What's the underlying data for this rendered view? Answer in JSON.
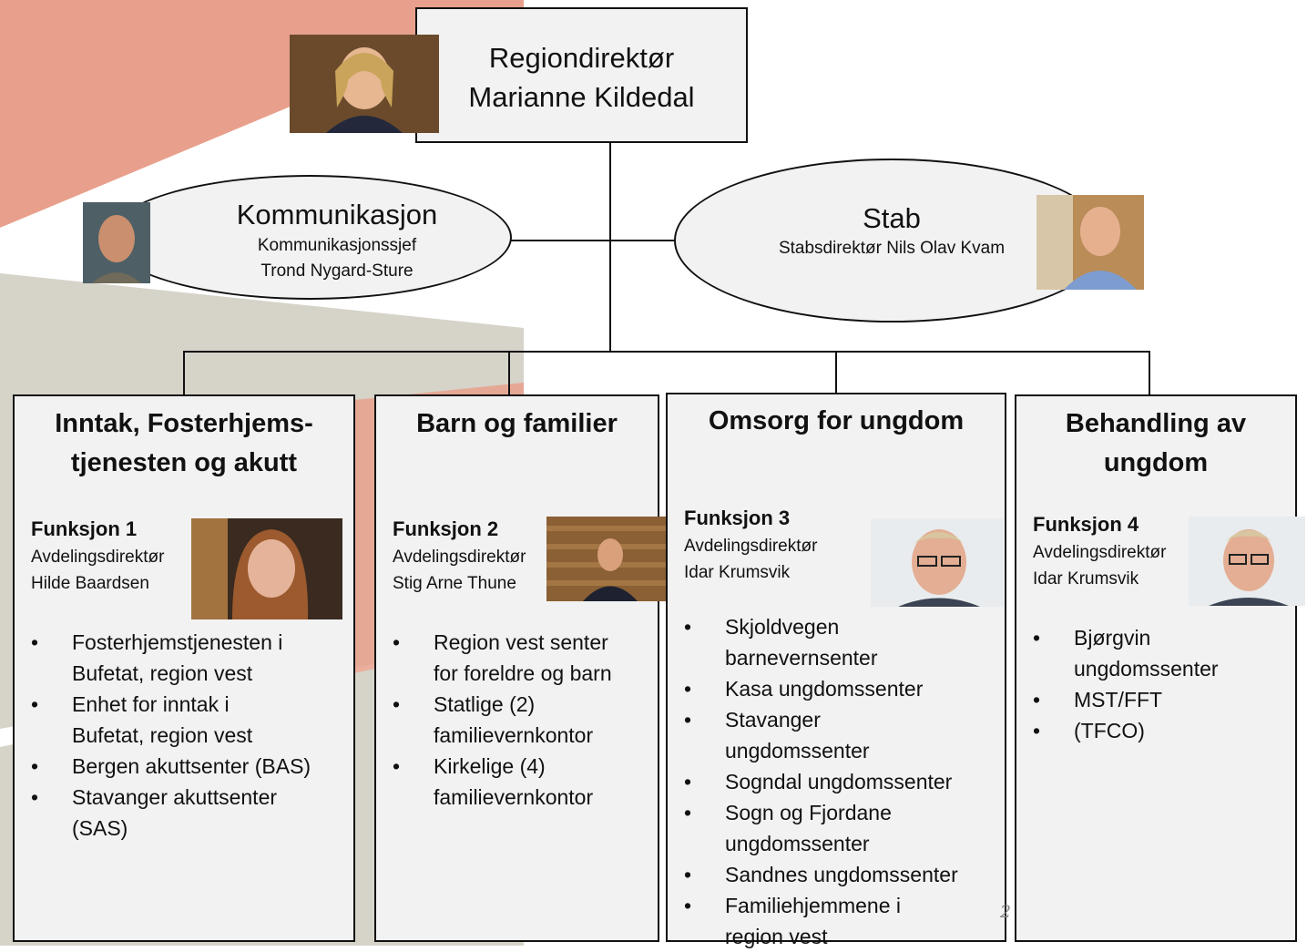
{
  "colors": {
    "salmon": "#e8a08c",
    "beige": "#d6d3c9",
    "box_fill": "#f2f2f2",
    "line": "#111111"
  },
  "top": {
    "title": "Regiondirektør",
    "name": "Marianne Kildedal",
    "photo_icon": "person-photo"
  },
  "kommunikasjon": {
    "title": "Kommunikasjon",
    "role": "Kommunikasjonssjef",
    "name": "Trond Nygard-Sture"
  },
  "stab": {
    "title": "Stab",
    "subtitle": "Stabsdirektør Nils Olav Kvam"
  },
  "columns": [
    {
      "title_l1": "Inntak, Fosterhjems-",
      "title_l2": "tjenesten og akutt",
      "function": "Funksjon 1",
      "role": "Avdelingsdirektør",
      "name": "Hilde Baardsen",
      "items": [
        {
          "l1": "Fosterhjemstjenesten i",
          "l2": "Bufetat, region vest"
        },
        {
          "l1": "Enhet for inntak i",
          "l2": "Bufetat, region vest"
        },
        {
          "l1": "Bergen akuttsenter (BAS)",
          "l2": ""
        },
        {
          "l1": "Stavanger akuttsenter",
          "l2": "(SAS)"
        }
      ]
    },
    {
      "title_l1": "Barn og familier",
      "title_l2": "",
      "function": "Funksjon 2",
      "role": "Avdelingsdirektør",
      "name": "Stig Arne Thune",
      "items": [
        {
          "l1": "Region vest senter",
          "l2": "for foreldre og barn"
        },
        {
          "l1": "Statlige (2)",
          "l2": "familievernkontor"
        },
        {
          "l1": "Kirkelige (4)",
          "l2": "familievernkontor"
        }
      ]
    },
    {
      "title_l1": "Omsorg for ungdom",
      "title_l2": "",
      "function": "Funksjon 3",
      "role": "Avdelingsdirektør",
      "name": "Idar Krumsvik",
      "items": [
        {
          "l1": "Skjoldvegen",
          "l2": "barnevernsenter"
        },
        {
          "l1": "Kasa ungdomssenter",
          "l2": ""
        },
        {
          "l1": "Stavanger",
          "l2": "ungdomssenter"
        },
        {
          "l1": "Sogndal ungdomssenter",
          "l2": ""
        },
        {
          "l1": "Sogn og Fjordane",
          "l2": "ungdomssenter"
        },
        {
          "l1": "Sandnes ungdomssenter",
          "l2": ""
        },
        {
          "l1": "Familiehjemmene i",
          "l2": "region vest"
        }
      ]
    },
    {
      "title_l1": "Behandling av",
      "title_l2": "ungdom",
      "function": "Funksjon 4",
      "role": "Avdelingsdirektør",
      "name": "Idar Krumsvik",
      "items": [
        {
          "l1": "Bjørgvin",
          "l2": "ungdomssenter"
        },
        {
          "l1": "MST/FFT",
          "l2": ""
        },
        {
          "l1": "(TFCO)",
          "l2": ""
        }
      ]
    }
  ],
  "slide_number": "2"
}
